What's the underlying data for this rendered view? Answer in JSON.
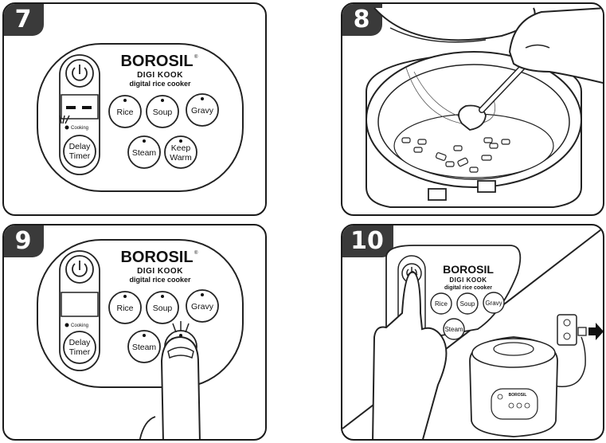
{
  "steps": [
    {
      "number": "7"
    },
    {
      "number": "8"
    },
    {
      "number": "9"
    },
    {
      "number": "10"
    }
  ],
  "panel": {
    "brand": "BOROSIL",
    "trademark": "®",
    "model": "DIGI KOOK",
    "subtitle": "digital rice cooker",
    "cooking_label": "Cooking",
    "buttons": {
      "rice": "Rice",
      "soup": "Soup",
      "gravy": "Gravy",
      "steam": "Steam",
      "keep_warm_line1": "Keep",
      "keep_warm_line2": "Warm",
      "delay_timer_line1": "Delay",
      "delay_timer_line2": "Timer"
    },
    "display_idle": "- -"
  }
}
